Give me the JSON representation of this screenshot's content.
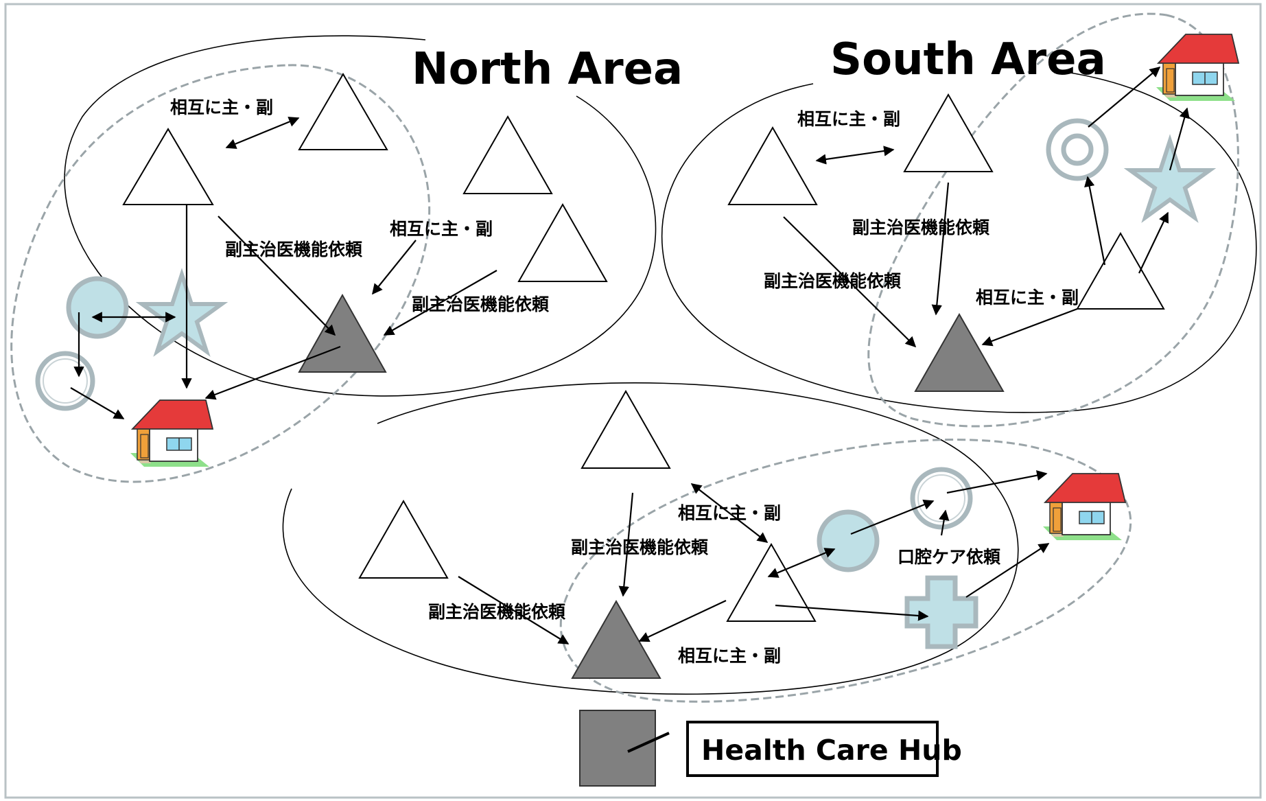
{
  "areas": {
    "north": {
      "title": "North Area"
    },
    "south": {
      "title": "South Area"
    }
  },
  "labels": {
    "mutual_primary_secondary": "相互に主・副",
    "sub_physician_request": "副主治医機能依頼",
    "oral_care_request": "口腔ケア依頼"
  },
  "legend": {
    "hub_label": "Health Care Hub"
  },
  "colors": {
    "hub_fill": "#808080",
    "clinic_fill": "#bfe0e6",
    "clinic_ring": "#a9b8bd",
    "roof": "#e53a3a",
    "grass": "#8ee08a",
    "dashed_outline": "#9aa4a8"
  },
  "icons": {
    "clinic": "filled-circle-icon",
    "pharmacy": "double-ring-icon",
    "nursing": "star-icon",
    "dental": "cross-icon",
    "home": "house-icon",
    "hospital": "triangle-icon",
    "hub": "filled-triangle-icon"
  }
}
